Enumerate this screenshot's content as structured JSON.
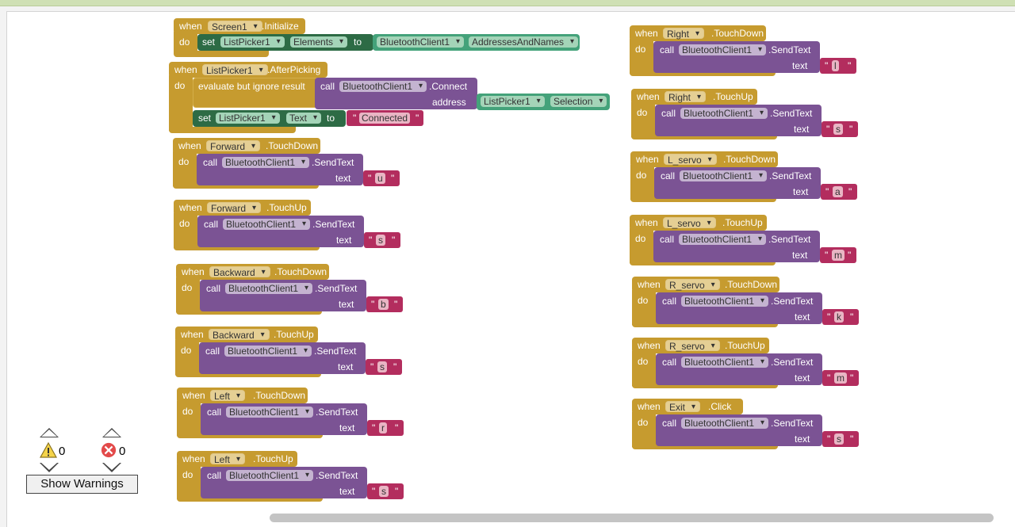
{
  "blocks": {
    "screen_init": {
      "when": "when",
      "component": "Screen1",
      "event": ".Initialize",
      "do": "do",
      "set": "set",
      "target": "ListPicker1",
      "property": "Elements",
      "to": "to",
      "source": "BluetoothClient1",
      "source_prop": "AddressesAndNames"
    },
    "afterpicking": {
      "when": "when",
      "component": "ListPicker1",
      "event": ".AfterPicking",
      "do": "do",
      "eval": "evaluate but ignore result",
      "call": "call",
      "bt": "BluetoothClient1",
      "method": ".Connect",
      "address": "address",
      "lp": "ListPicker1",
      "selection": "Selection",
      "set": "set",
      "set_target": "ListPicker1",
      "set_prop": "Text",
      "to": "to",
      "text_value": "Connected"
    },
    "left_column": [
      {
        "component": "Forward",
        "event": ".TouchDown",
        "value": "u"
      },
      {
        "component": "Forward",
        "event": ".TouchUp",
        "value": "s"
      },
      {
        "component": "Backward",
        "event": ".TouchDown",
        "value": "b"
      },
      {
        "component": "Backward",
        "event": ".TouchUp",
        "value": "s"
      },
      {
        "component": "Left",
        "event": ".TouchDown",
        "value": "r"
      },
      {
        "component": "Left",
        "event": ".TouchUp",
        "value": "s"
      }
    ],
    "right_column": [
      {
        "component": "Right",
        "event": ".TouchDown",
        "value": "l"
      },
      {
        "component": "Right",
        "event": ".TouchUp",
        "value": "s"
      },
      {
        "component": "L_servo",
        "event": ".TouchDown",
        "value": "a"
      },
      {
        "component": "L_servo",
        "event": ".TouchUp",
        "value": "m"
      },
      {
        "component": "R_servo",
        "event": ".TouchDown",
        "value": "k"
      },
      {
        "component": "R_servo",
        "event": ".TouchUp",
        "value": "m"
      },
      {
        "component": "Exit",
        "event": ".Click",
        "value": "s"
      }
    ],
    "labels": {
      "when": "when",
      "do": "do",
      "call": "call",
      "bt": "BluetoothClient1",
      "send": ".SendText",
      "text": "text"
    }
  },
  "warnings": {
    "warning_count": "0",
    "error_count": "0",
    "button_label": "Show Warnings"
  },
  "colors": {
    "event": "#c69b2f",
    "procedure": "#7b5394",
    "text": "#b32d5e",
    "setter": "#2d6b45",
    "getter": "#3e9d74"
  }
}
